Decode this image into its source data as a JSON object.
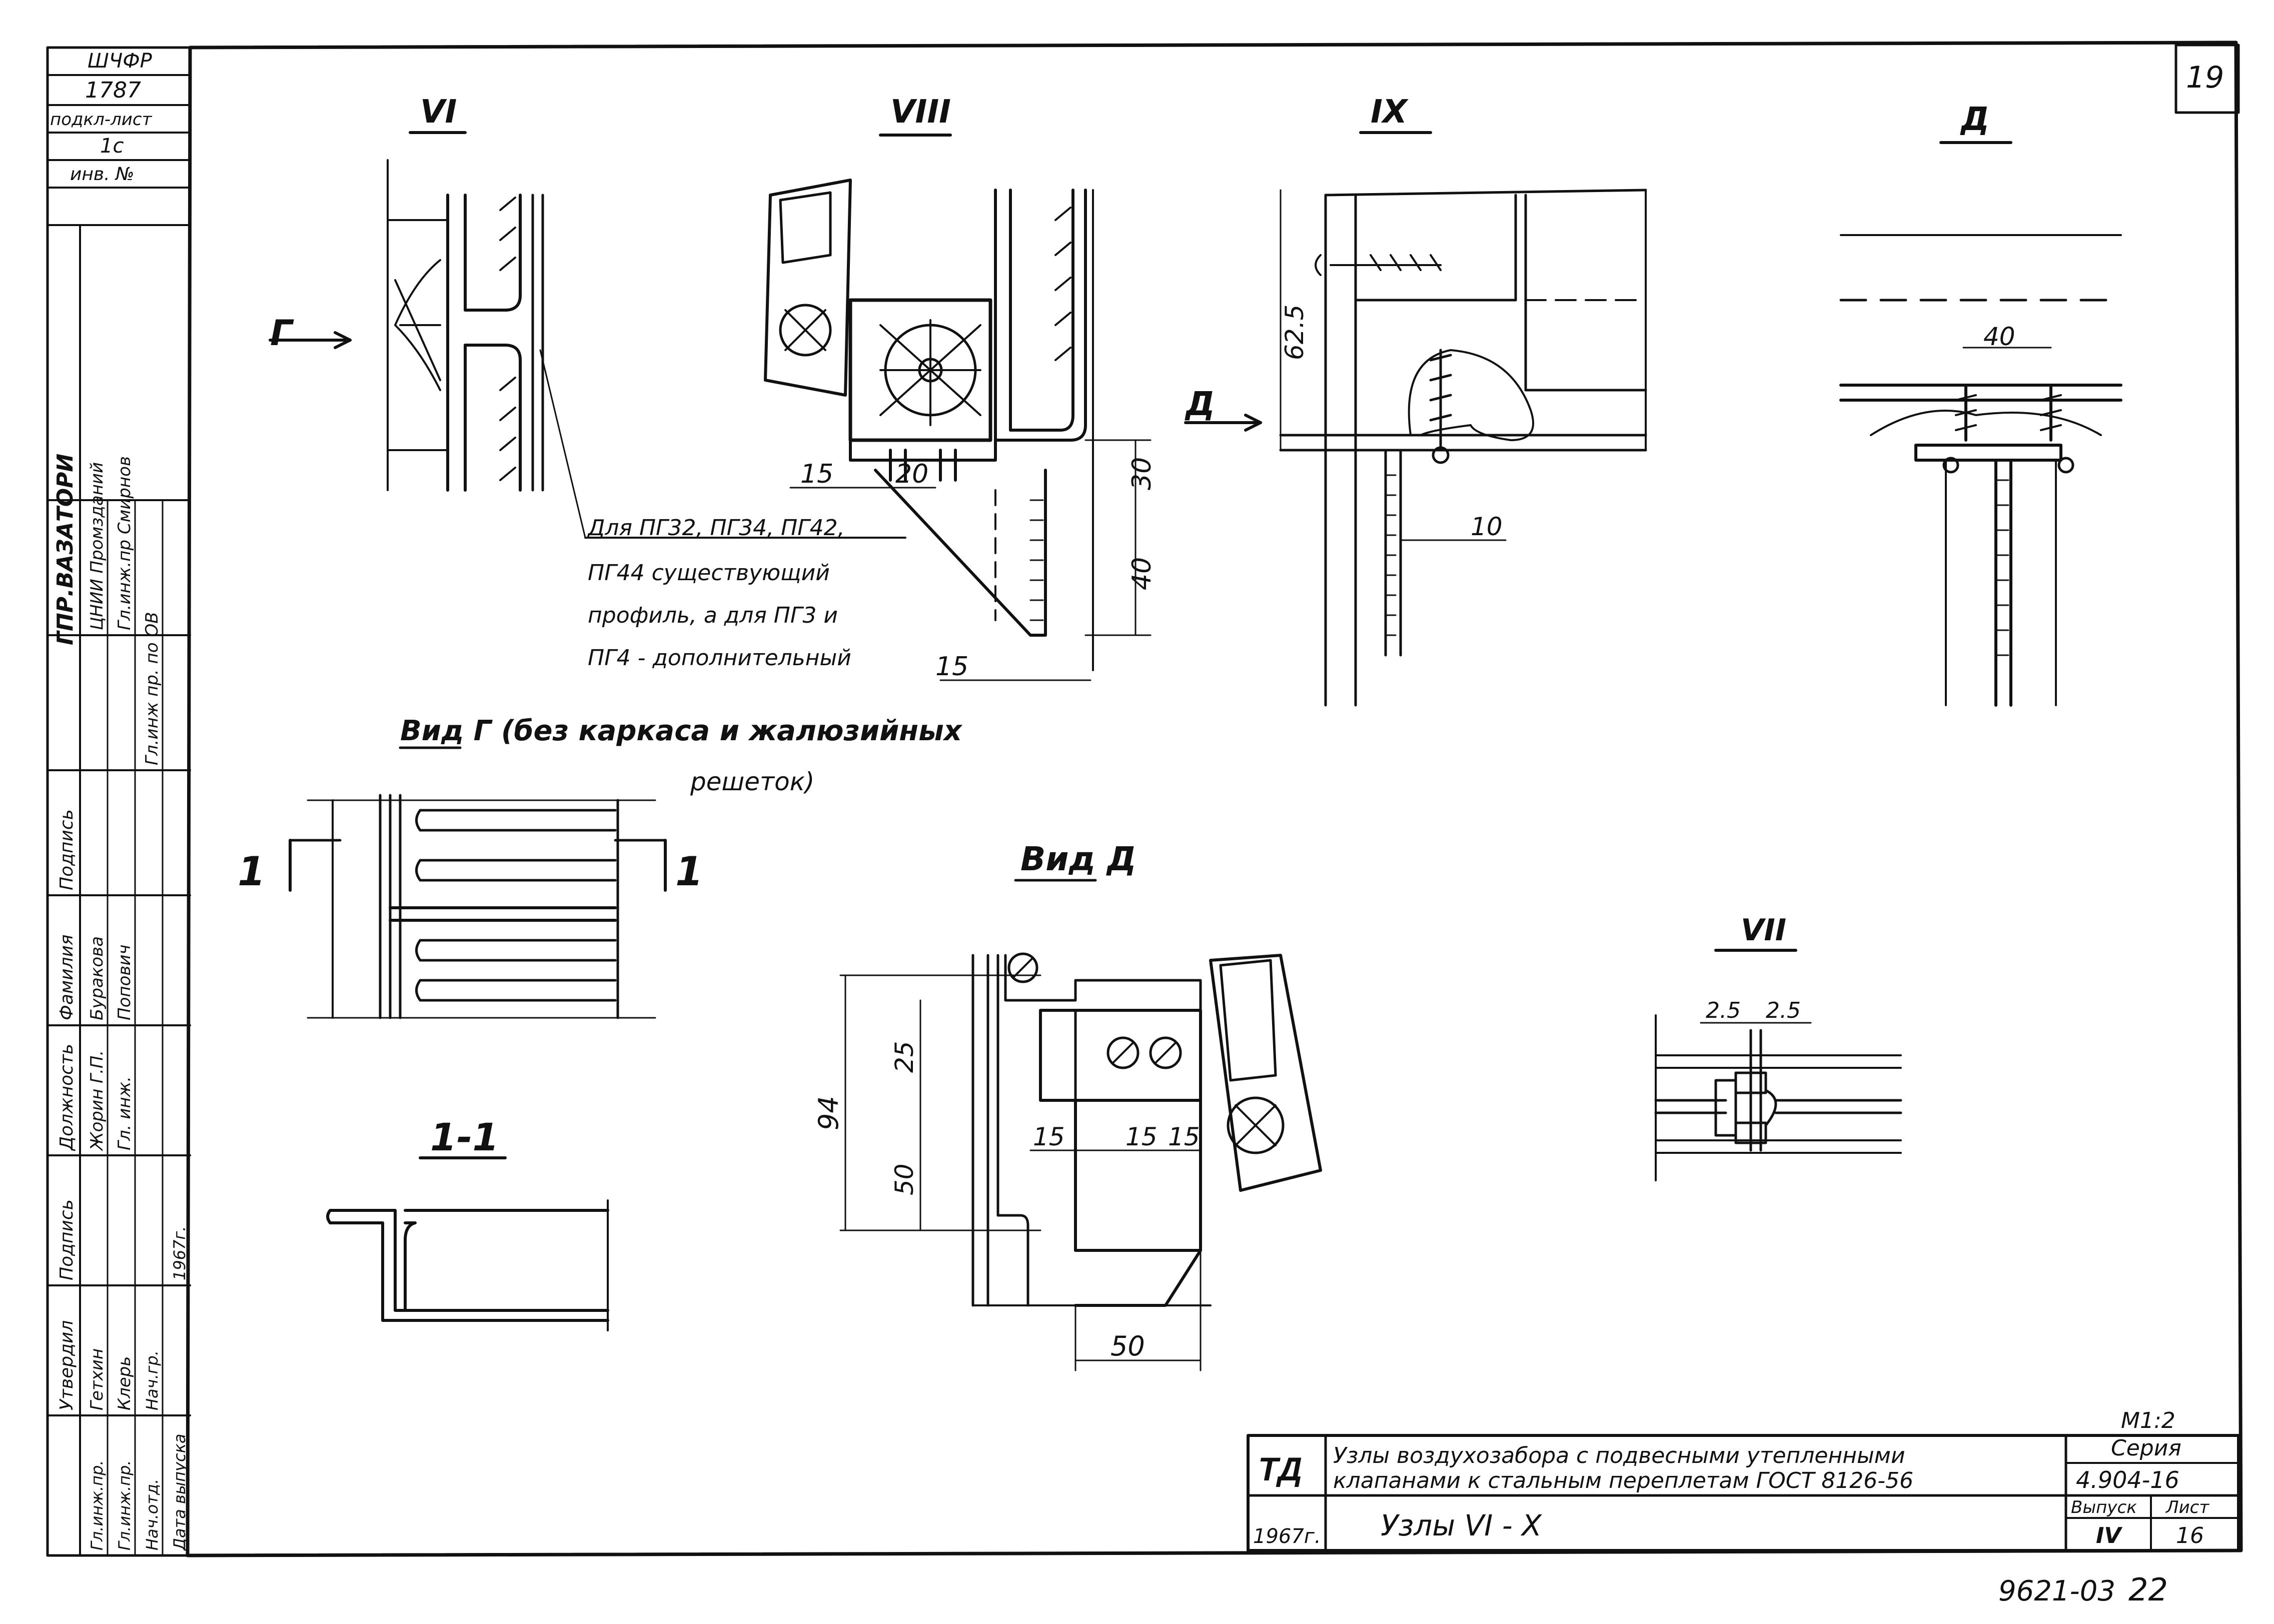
{
  "sheet": {
    "number_top": "19",
    "page_bottom": "22",
    "doc_code": "9621-03",
    "scale": "М1:2"
  },
  "left_strip": {
    "line1": "ШЧФР",
    "line2": "1787",
    "line3": "подкл-лист",
    "line4": "1с",
    "line5": "инв. №",
    "col_ref_header": "ГПР.ВАЗАТОРИ",
    "col_inst_1": "ЦНИИ Промзданий",
    "col_inst_2": "Гл.инж.пр Смирнов",
    "col_inst_3": "Гл.инж пр. по ОВ",
    "sig_header_1": "Подпись",
    "sig_header_2": "Фамилия",
    "sig_header_3": "Должность",
    "sig_header_4": "Подпись",
    "sig_header_5": "Утвердил",
    "people_1": "Буракова",
    "people_2": "Попович",
    "people_3": "Жорин Г.П.",
    "people_4": "Гл. инж.",
    "people_5": "Гетхин",
    "people_6": "Клерь",
    "roles_1": "Гл.инж.пр.",
    "roles_2": "Гл.инж.пр.",
    "roles_3": "Нач.отд.",
    "roles_4": "Нач.гр.",
    "roles_5": "Дата выпуска",
    "year": "1967г."
  },
  "views": {
    "vi": "VI",
    "viii": "VIII",
    "ix": "IX",
    "x": "Д",
    "vii": "VII",
    "arrow_g": "Г",
    "arrow_d": "Д",
    "section_1": "1",
    "section_1_right": "1",
    "section_label": "1-1",
    "view_g_title": "Вид Г (без каркаса и жалюзийных",
    "view_g_title2": "решеток)",
    "view_d_title": "Вид Д"
  },
  "note": {
    "line1": "Для ПГ32, ПГ34, ПГ42,",
    "line2": "ПГ44 существующий",
    "line3": "профиль, а для ПГ3 и",
    "line4": "ПГ4 - дополнительный"
  },
  "dims": {
    "d15a": "15",
    "d20": "20",
    "d30": "30",
    "d40": "40",
    "d15b": "15",
    "d625": "62.5",
    "d10": "10",
    "dx40": "40",
    "d94": "94",
    "d25": "25",
    "d50v": "50",
    "d15c": "15",
    "d15d": "15",
    "d15e": "15",
    "d50h": "50",
    "d25a": "2.5",
    "d25b": "2.5"
  },
  "title_block": {
    "org": "ТД",
    "title_line1": "Узлы воздухозабора с подвесными утепленными",
    "title_line2": "клапанами к стальным переплетам ГОСТ 8126-56",
    "series_label": "Серия",
    "series_value": "4.904-16",
    "year": "1967г.",
    "sheet_title": "Узлы VI - X",
    "issue_label": "Выпуск",
    "issue_value": "IV",
    "list_label": "Лист",
    "list_value": "16"
  }
}
